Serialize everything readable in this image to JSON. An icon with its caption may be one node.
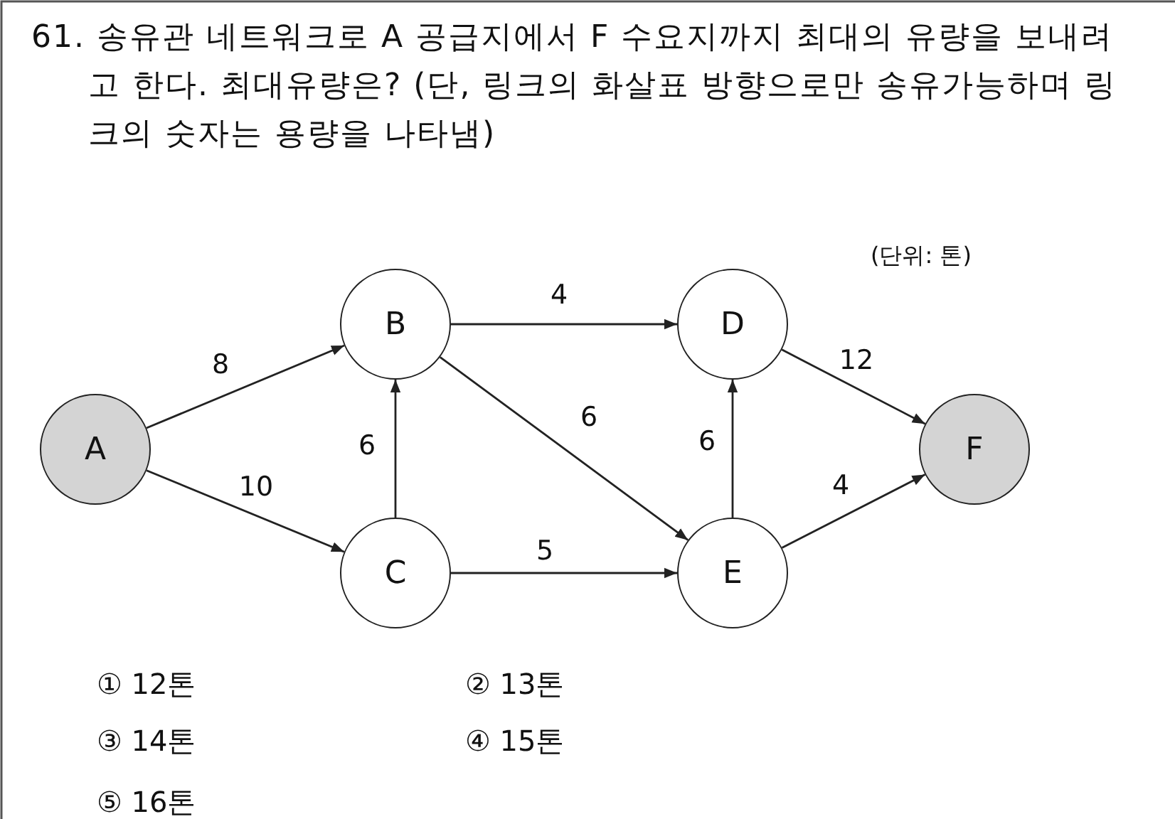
{
  "diagram": {
    "title": "61. 송유관 네트워크로 A 공급지에서 F 수요지까지 최대의 유량을 보내려고 한다. 최대유량은? (단, 링크의 화살표 방향으로만 송유가능하며 링크의 숫자는 용량을 나타냄)",
    "nodes": [
      {
        "text": [
          "A"
        ]
      },
      {
        "text": [
          "B"
        ]
      },
      {
        "text": [
          "C"
        ]
      },
      {
        "text": [
          "D"
        ]
      },
      {
        "text": [
          "E"
        ]
      },
      {
        "text": [
          "F"
        ]
      }
    ],
    "edges": [
      {
        "from": 0,
        "to": 1,
        "arrow": "to",
        "label": "8"
      },
      {
        "from": 0,
        "to": 2,
        "arrow": "to",
        "label": "10"
      },
      {
        "from": 1,
        "to": 3,
        "arrow": "to",
        "label": "4"
      },
      {
        "from": 1,
        "to": 4,
        "arrow": "to",
        "label": "6"
      },
      {
        "from": 2,
        "to": 1,
        "arrow": "to",
        "label": "6"
      },
      {
        "from": 2,
        "to": 4,
        "arrow": "to",
        "label": "5"
      },
      {
        "from": 4,
        "to": 3,
        "arrow": "to",
        "label": "6"
      },
      {
        "from": 3,
        "to": 5,
        "arrow": "to",
        "label": "12"
      },
      {
        "from": 4,
        "to": 5,
        "arrow": "to",
        "label": "4"
      }
    ],
    "labels": [
      "(단위: 톤)",
      "① 12톤",
      "② 13톤",
      "③ 14톤",
      "④ 15톤",
      "⑤ 16톤"
    ]
  }
}
